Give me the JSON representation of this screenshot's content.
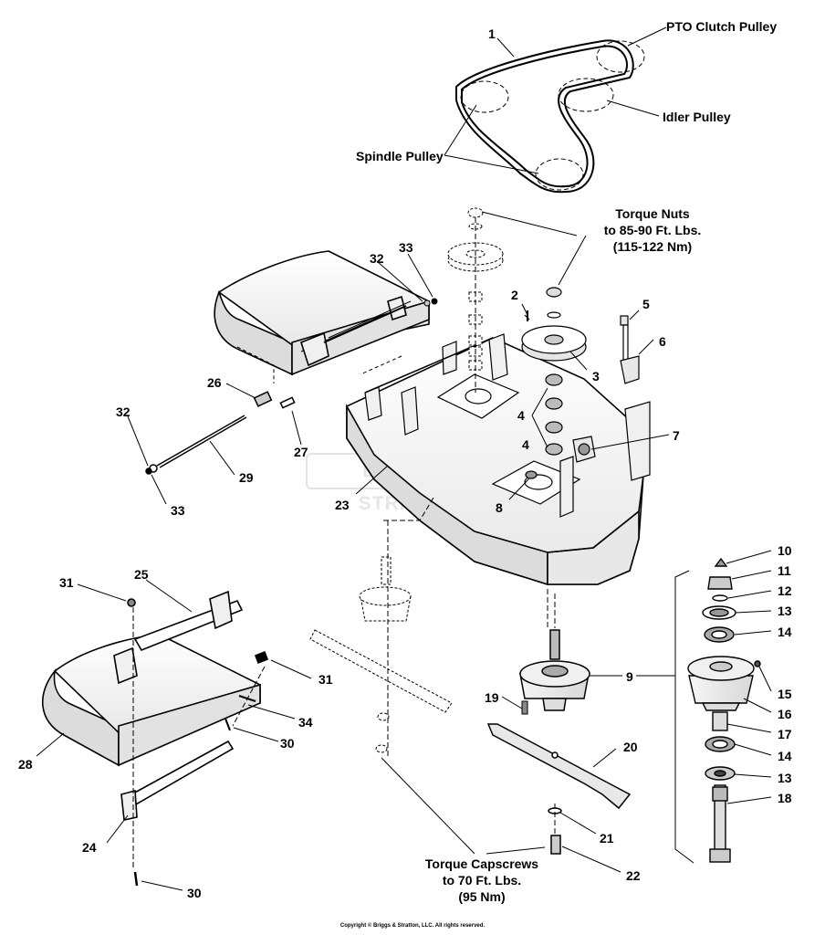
{
  "callouts": {
    "pto_clutch_pulley": "PTO Clutch Pulley",
    "idler_pulley": "Idler Pulley",
    "spindle_pulley": "Spindle Pulley",
    "torque_nuts": [
      "Torque Nuts",
      "to 85-90 Ft. Lbs.",
      "(115-122 Nm)"
    ],
    "torque_capscrews": [
      "Torque Capscrews",
      "to 70 Ft. Lbs.",
      "(95 Nm)"
    ]
  },
  "part_numbers": {
    "n1": "1",
    "n2": "2",
    "n3": "3",
    "n4a": "4",
    "n4b": "4",
    "n5": "5",
    "n6": "6",
    "n7": "7",
    "n8": "8",
    "n9": "9",
    "n10": "10",
    "n11": "11",
    "n12": "12",
    "n13a": "13",
    "n13b": "13",
    "n14a": "14",
    "n14b": "14",
    "n15": "15",
    "n16": "16",
    "n17": "17",
    "n18": "18",
    "n19": "19",
    "n20": "20",
    "n21": "21",
    "n22": "22",
    "n23": "23",
    "n24": "24",
    "n25": "25",
    "n26": "26",
    "n27": "27",
    "n28": "28",
    "n29": "29",
    "n30a": "30",
    "n30b": "30",
    "n31a": "31",
    "n31b": "31",
    "n32a": "32",
    "n32b": "32",
    "n33a": "33",
    "n33b": "33",
    "n34": "34"
  },
  "watermark": "BRIGGS & STRATTON",
  "copyright": "Copyright © Briggs & Stratton, LLC. All rights reserved."
}
